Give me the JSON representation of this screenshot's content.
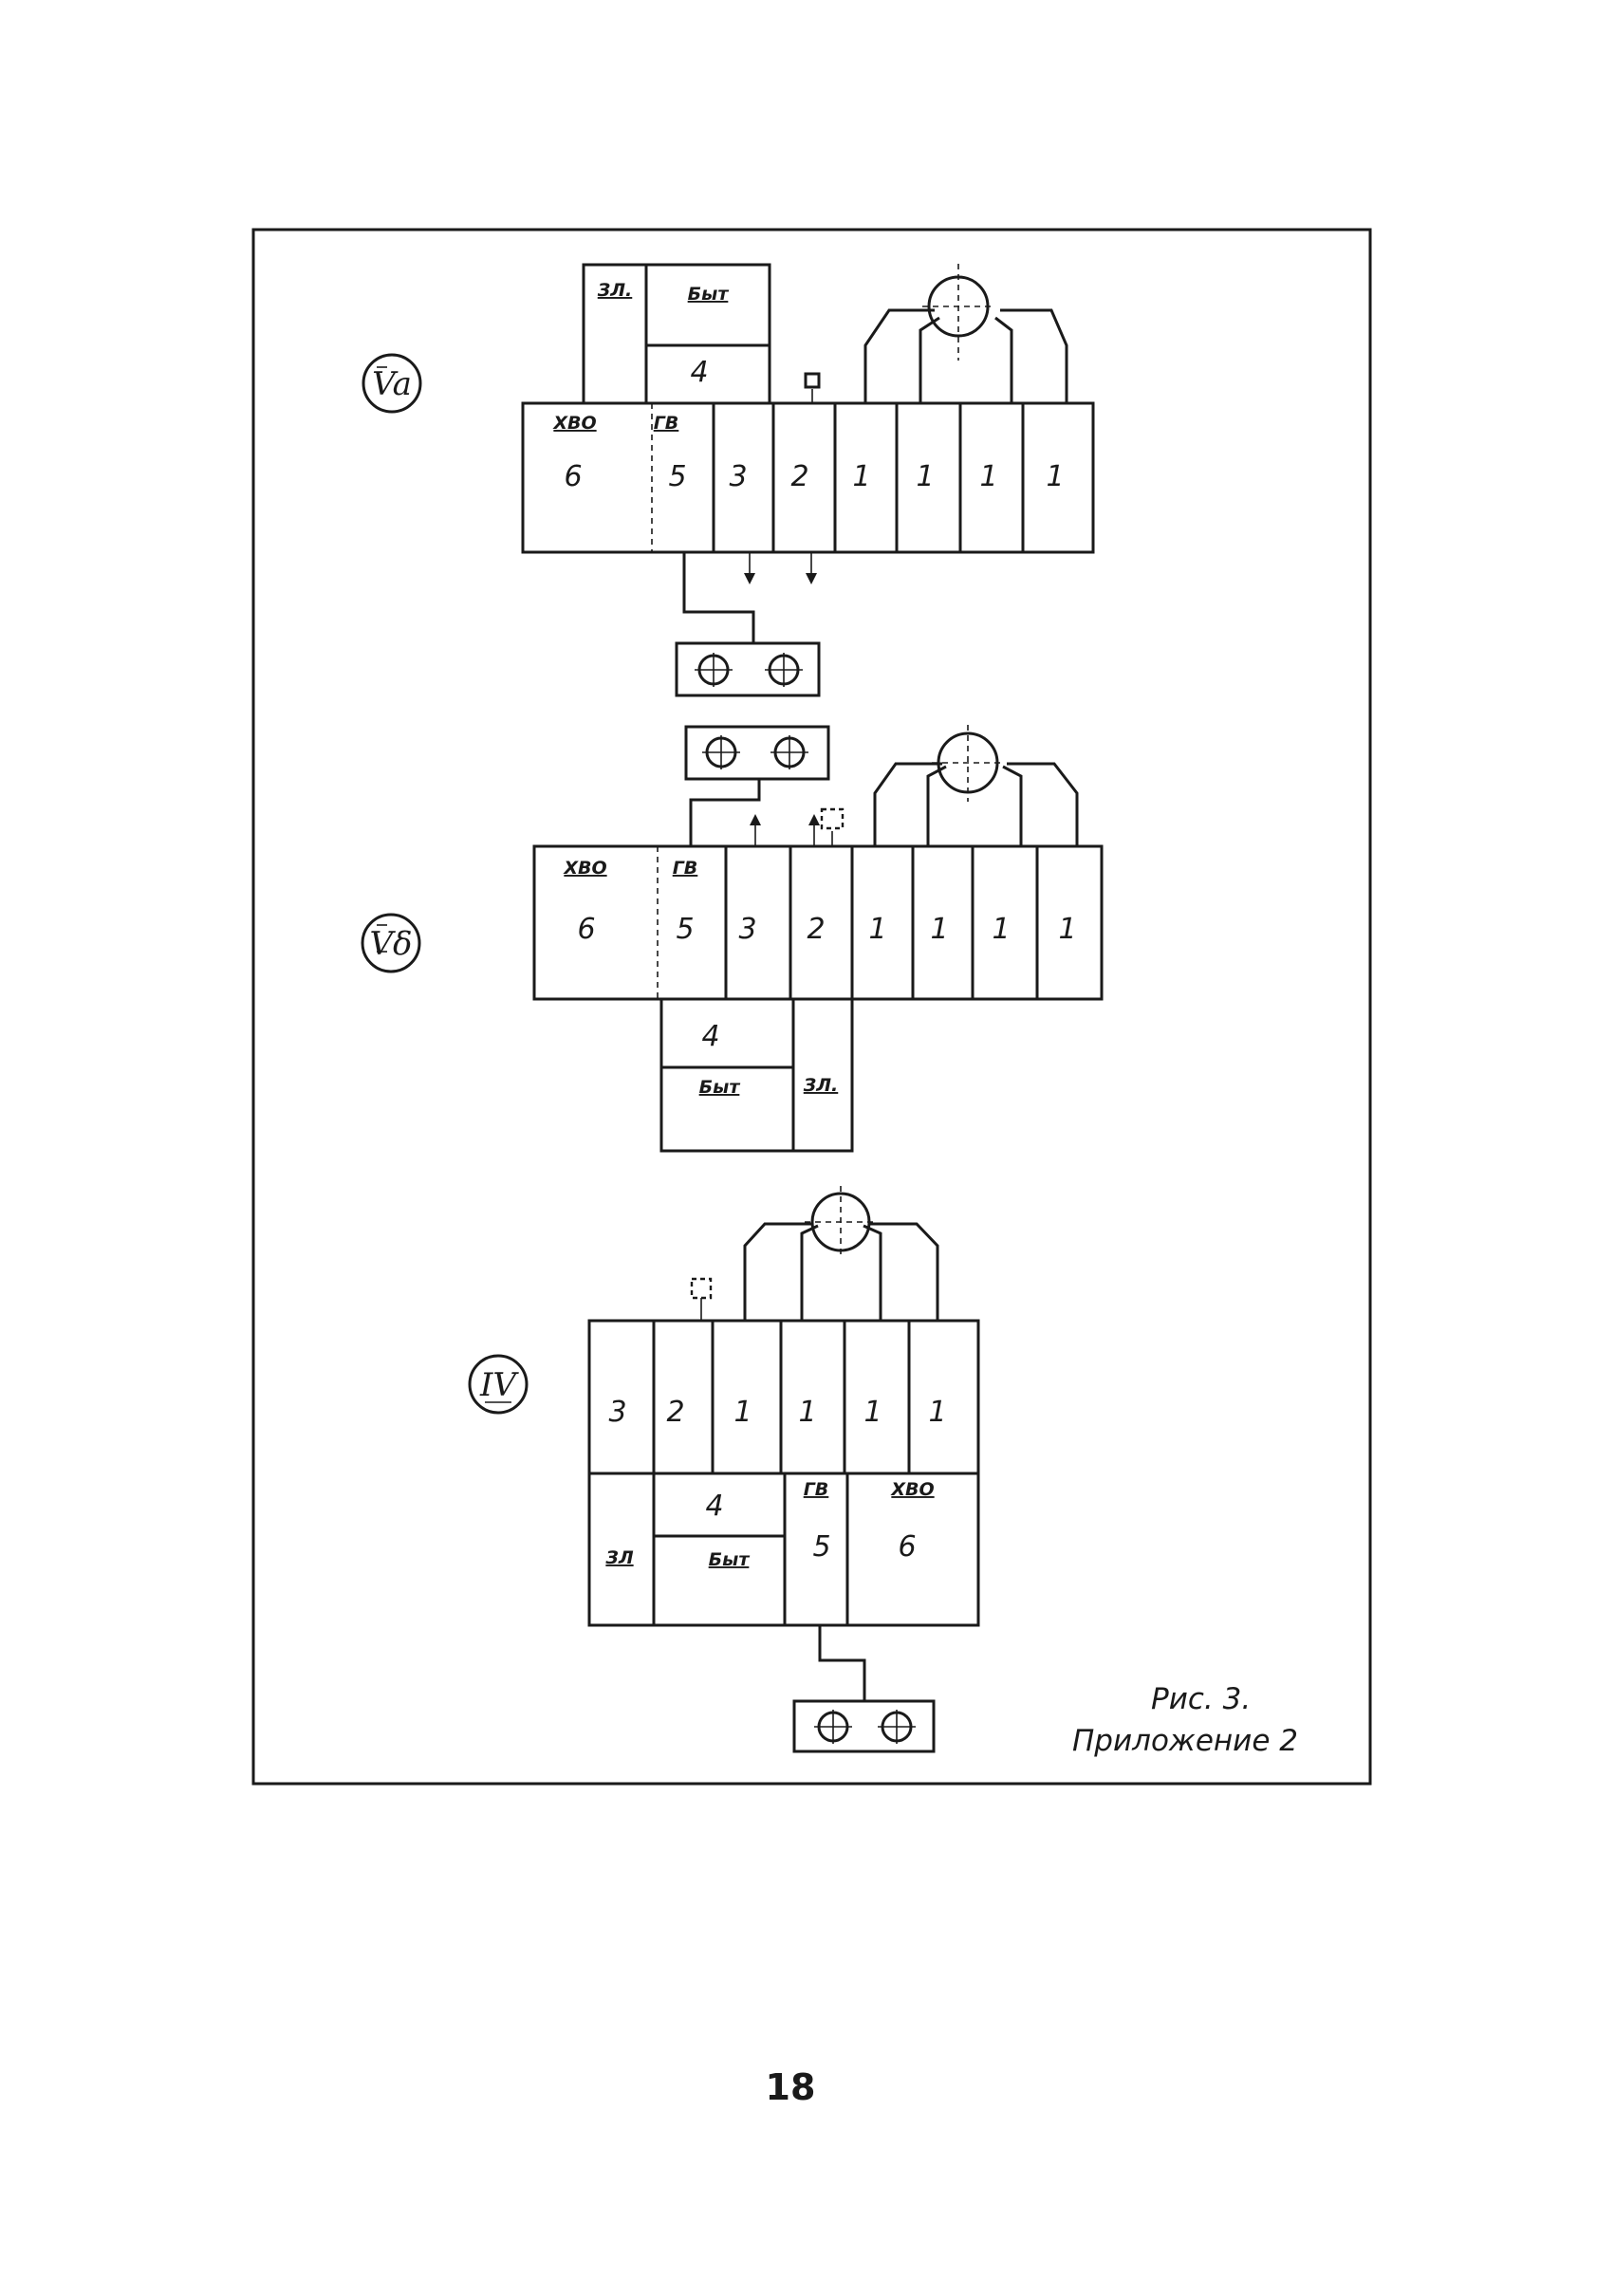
{
  "variants": {
    "va": {
      "marker": "Va",
      "labels": {
        "zl": "ЗЛ.",
        "byt": "Быт",
        "xvo": "ХВО",
        "gv": "ГВ"
      },
      "cells": [
        "6",
        "5",
        "3",
        "2",
        "1",
        "1",
        "1",
        "1"
      ],
      "upper_number": "4"
    },
    "vb": {
      "marker": "Vδ",
      "labels": {
        "zl": "ЗЛ.",
        "byt": "Быт",
        "xvo": "ХВО",
        "gv": "ГВ"
      },
      "cells": [
        "6",
        "5",
        "3",
        "2",
        "1",
        "1",
        "1",
        "1"
      ],
      "lower_number": "4"
    },
    "iv": {
      "marker": "IV",
      "labels": {
        "zl": "ЗЛ",
        "byt": "Быт",
        "xvo": "ХВО",
        "gv": "ГВ"
      },
      "top_cells": [
        "3",
        "2",
        "1",
        "1",
        "1",
        "1"
      ],
      "bottom_numbers": [
        "4",
        "5",
        "6"
      ]
    }
  },
  "caption": {
    "figure": "Рис. 3.",
    "appendix": "Приложение 2"
  },
  "page_number": "18"
}
